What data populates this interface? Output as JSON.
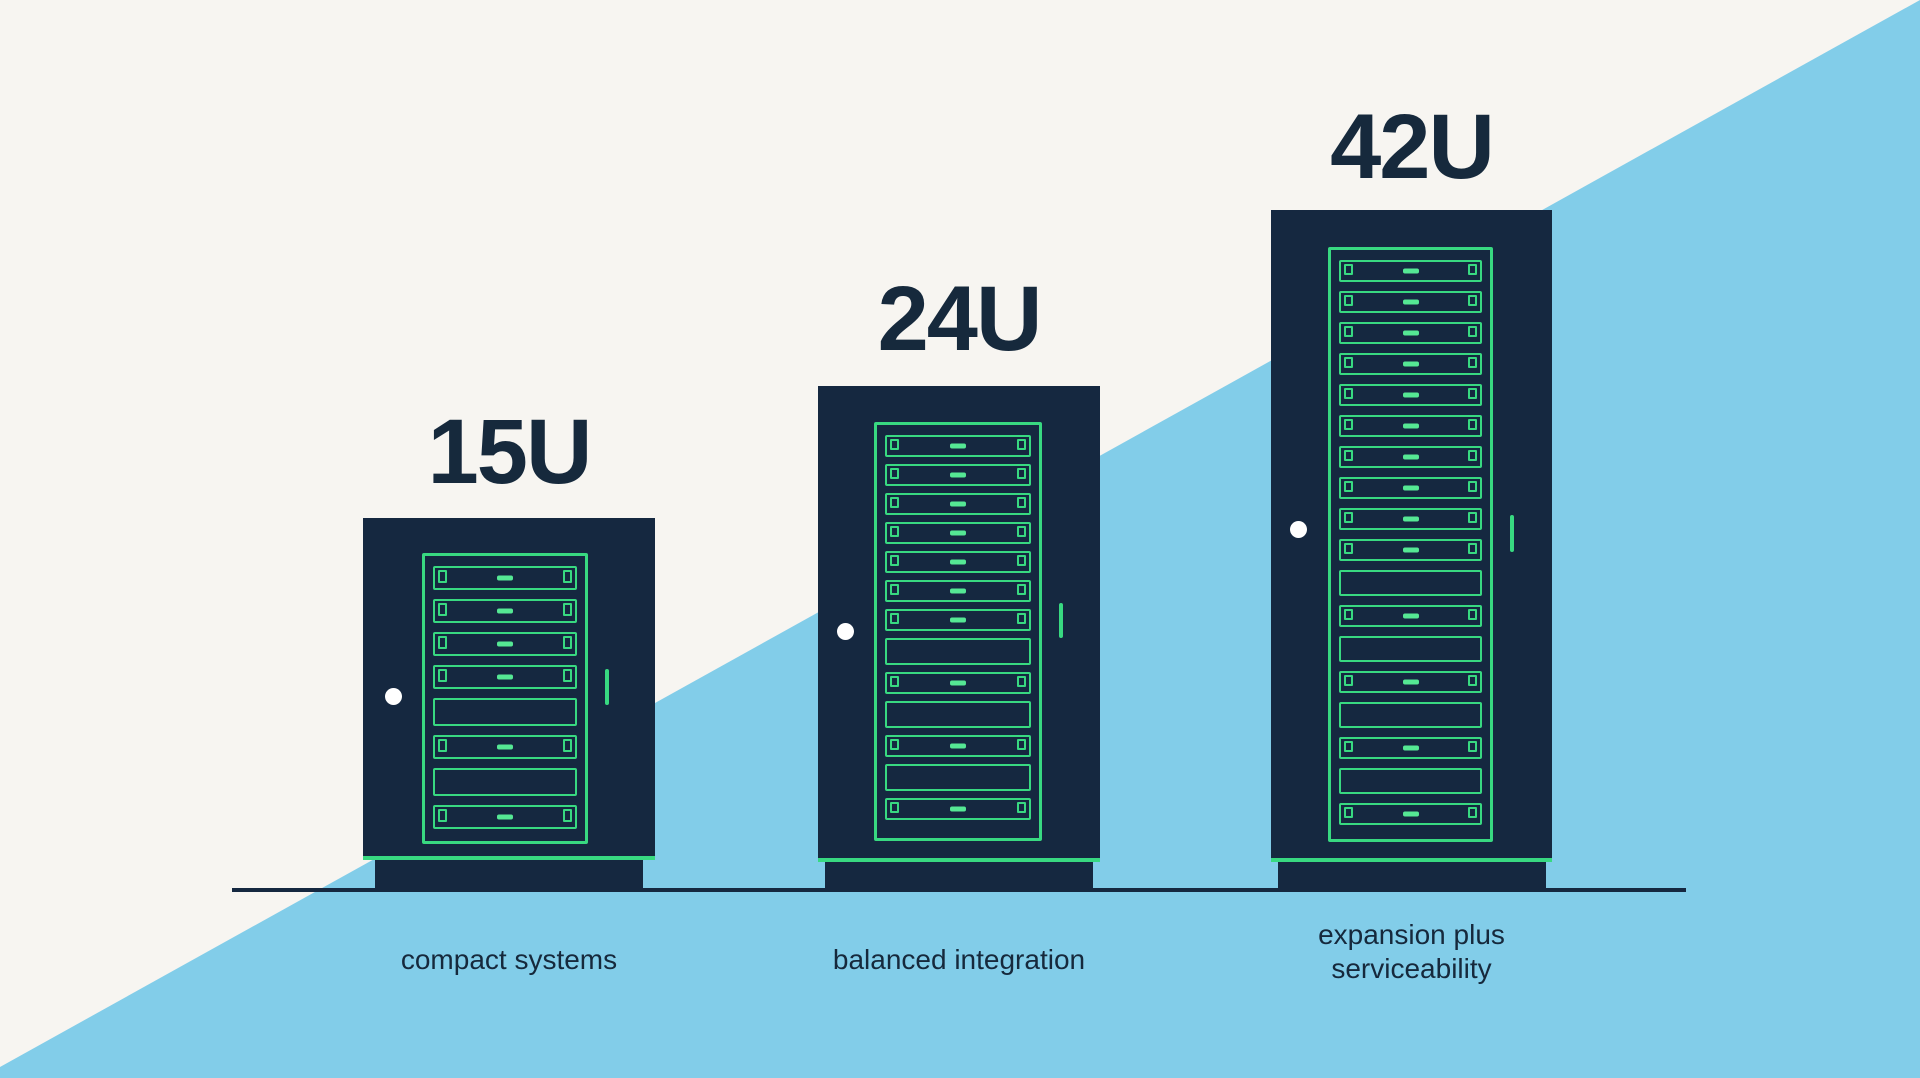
{
  "colors": {
    "background_top": "#f7f5f1",
    "background_bottom": "#82cde9",
    "cabinet_navy": "#152840",
    "outline_green": "#38d981",
    "dash_green": "#55e894",
    "text_navy": "#16293c",
    "knob_white": "#ffffff"
  },
  "racks": [
    {
      "size_label": "15U",
      "caption": "compact systems",
      "rows": [
        "server",
        "server",
        "server",
        "server",
        "blank",
        "server",
        "blank",
        "server"
      ]
    },
    {
      "size_label": "24U",
      "caption": "balanced integration",
      "rows": [
        "server",
        "server",
        "server",
        "server",
        "server",
        "server",
        "server",
        "blank",
        "server",
        "blank",
        "server",
        "blank",
        "server"
      ]
    },
    {
      "size_label": "42U",
      "caption": "expansion plus serviceability",
      "rows": [
        "server",
        "server",
        "server",
        "server",
        "server",
        "server",
        "server",
        "server",
        "server",
        "server",
        "blank",
        "server",
        "blank",
        "server",
        "blank",
        "server",
        "blank",
        "server"
      ]
    }
  ]
}
